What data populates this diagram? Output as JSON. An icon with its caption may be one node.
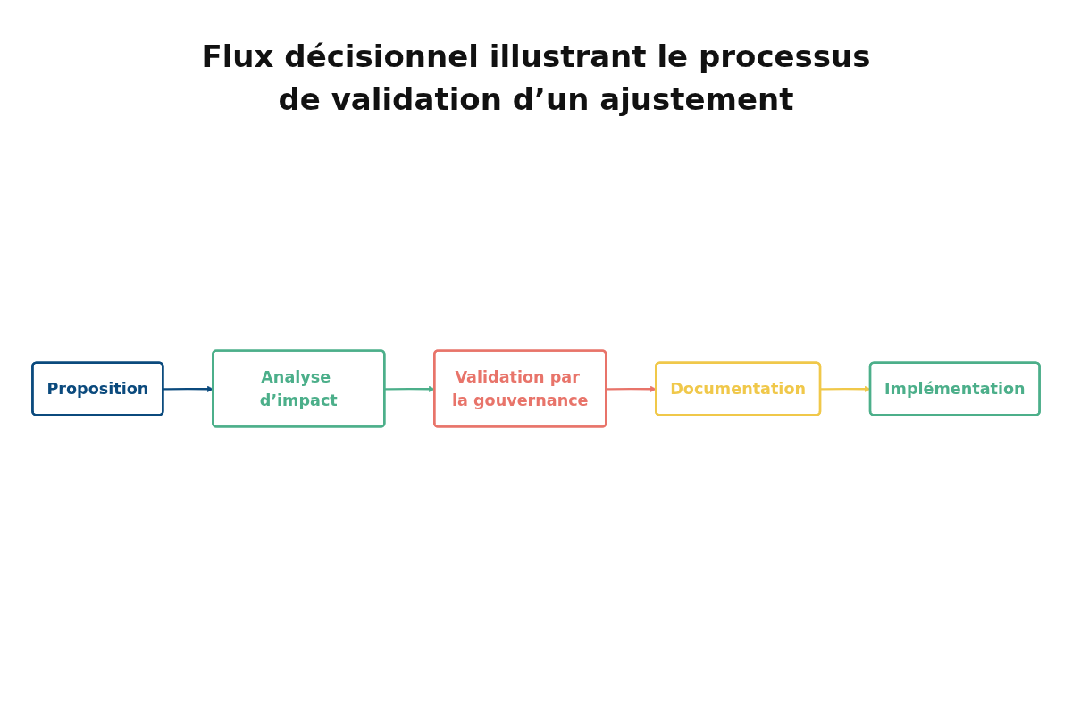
{
  "diagram": {
    "title": "Flux décisionnel illustrant le processus de validation d’un ajustement",
    "nodes": [
      {
        "text": [
          "Proposition"
        ]
      },
      {
        "text": [
          "Analyse d’impact"
        ]
      },
      {
        "text": [
          "Validation par la gouvernance"
        ]
      },
      {
        "text": [
          "Documentation"
        ]
      },
      {
        "text": [
          "Implémentation"
        ]
      }
    ],
    "edges": [
      {
        "from": 0,
        "to": 1,
        "arrow": "to",
        "color": "#0b4a7d"
      },
      {
        "from": 1,
        "to": 2,
        "arrow": "to",
        "color": "#4caf8a"
      },
      {
        "from": 2,
        "to": 3,
        "arrow": "to",
        "color": "#e8746a"
      },
      {
        "from": 3,
        "to": 4,
        "arrow": "to",
        "color": "#f0c84a"
      }
    ]
  }
}
